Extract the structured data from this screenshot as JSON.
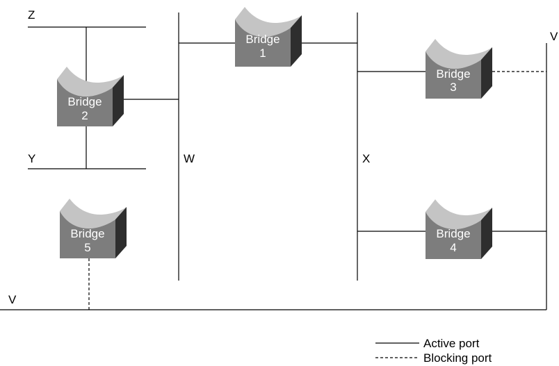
{
  "segments": {
    "z": "Z",
    "y": "Y",
    "w": "W",
    "x": "X",
    "v_right": "V",
    "v_bottom": "V"
  },
  "bridges": [
    {
      "name": "Bridge",
      "number": "1"
    },
    {
      "name": "Bridge",
      "number": "2"
    },
    {
      "name": "Bridge",
      "number": "3"
    },
    {
      "name": "Bridge",
      "number": "4"
    },
    {
      "name": "Bridge",
      "number": "5"
    }
  ],
  "legend": {
    "active": "Active port",
    "blocking": "Blocking port"
  },
  "colors": {
    "bridge_top": "#c4c4c4",
    "bridge_front": "#7d7d7d",
    "bridge_side": "#2e2e2e",
    "line": "#000000"
  }
}
